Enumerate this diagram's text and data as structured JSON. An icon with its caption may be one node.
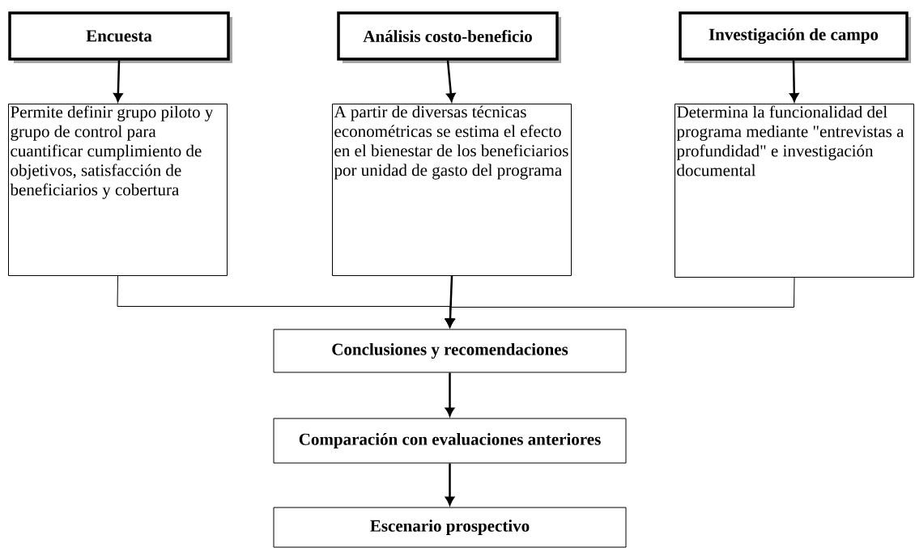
{
  "diagram": {
    "nodes": [
      {
        "text": [
          "Encuesta"
        ]
      },
      {
        "text": [
          "Análisis costo-beneficio"
        ]
      },
      {
        "text": [
          "Investigación de campo"
        ]
      },
      {
        "text": [
          "Permite definir grupo piloto y grupo de control para cuantificar cumplimiento de objetivos, satisfacción de beneficiarios y cobertura"
        ]
      },
      {
        "text": [
          "A partir de diversas técnicas econométricas se estima el efecto en el bienestar de los beneficiarios por unidad de gasto del programa"
        ]
      },
      {
        "text": [
          "Determina la funcionalidad del programa mediante \"entrevistas a profundidad\" e investigación documental"
        ]
      },
      {
        "text": [
          "Conclusiones y recomendaciones"
        ]
      },
      {
        "text": [
          "Comparación con evaluaciones anteriores"
        ]
      },
      {
        "text": [
          "Escenario prospectivo"
        ]
      }
    ],
    "edges": [
      {
        "from": 0,
        "to": 3,
        "arrow": "to"
      },
      {
        "from": 1,
        "to": 4,
        "arrow": "to"
      },
      {
        "from": 2,
        "to": 5,
        "arrow": "to"
      },
      {
        "from": 3,
        "to": 6,
        "arrow": "to"
      },
      {
        "from": 4,
        "to": 6,
        "arrow": "to"
      },
      {
        "from": 5,
        "to": 6,
        "arrow": "to"
      },
      {
        "from": 6,
        "to": 7,
        "arrow": "to"
      },
      {
        "from": 7,
        "to": 8,
        "arrow": "to"
      }
    ]
  }
}
